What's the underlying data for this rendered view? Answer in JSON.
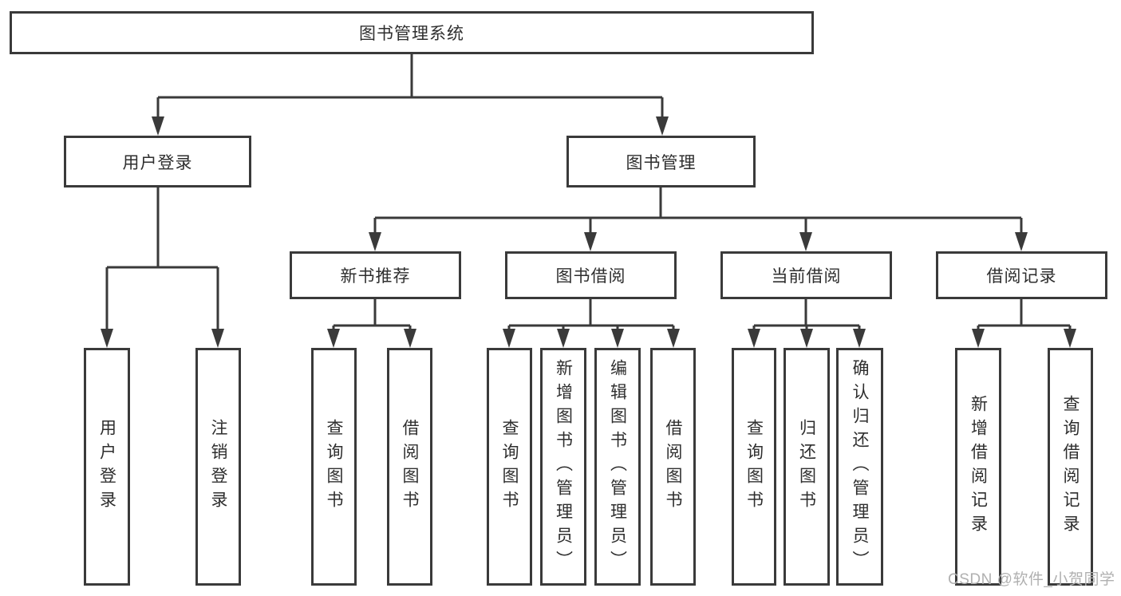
{
  "diagram": {
    "root": {
      "label": "图书管理系统"
    },
    "level2": [
      {
        "label": "用户登录",
        "children": [
          {
            "label": "用户登录"
          },
          {
            "label": "注销登录"
          }
        ]
      },
      {
        "label": "图书管理",
        "children": [
          {
            "label": "新书推荐",
            "children": [
              {
                "label": "查询图书"
              },
              {
                "label": "借阅图书"
              }
            ]
          },
          {
            "label": "图书借阅",
            "children": [
              {
                "label": "查询图书"
              },
              {
                "label": "新增图书（管理员）"
              },
              {
                "label": "编辑图书（管理员）"
              },
              {
                "label": "借阅图书"
              }
            ]
          },
          {
            "label": "当前借阅",
            "children": [
              {
                "label": "查询图书"
              },
              {
                "label": "归还图书"
              },
              {
                "label": "确认归还（管理员）"
              }
            ]
          },
          {
            "label": "借阅记录",
            "children": [
              {
                "label": "新增借阅记录"
              },
              {
                "label": "查询借阅记录"
              }
            ]
          }
        ]
      }
    ]
  },
  "watermark": {
    "text": "CSDN @软件_小贺同学"
  },
  "colors": {
    "line": "#3a3a3a",
    "text": "#2e2e2e",
    "watermark": "#b0b0b0",
    "background": "#ffffff"
  }
}
